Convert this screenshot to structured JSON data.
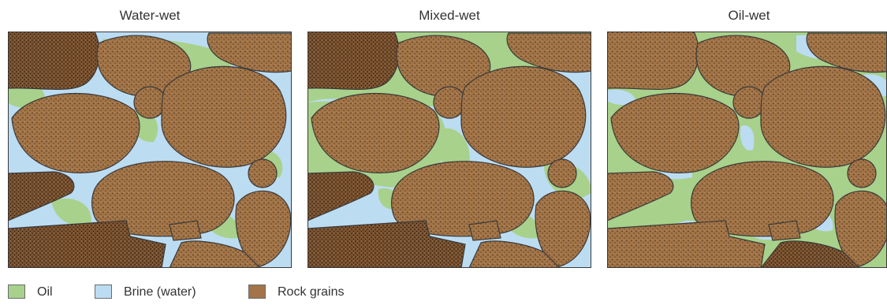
{
  "panels": [
    {
      "title": "Water-wet"
    },
    {
      "title": "Mixed-wet"
    },
    {
      "title": "Oil-wet"
    }
  ],
  "legend": [
    {
      "label": "Oil",
      "color": "#a8d18b"
    },
    {
      "label": "Brine (water)",
      "color": "#bcdcf2"
    },
    {
      "label": "Rock grains",
      "color": "#a27447"
    }
  ],
  "colors": {
    "oil": "#a8d18b",
    "brine": "#bcdcf2",
    "grain": "#a27447",
    "grain_dark": "#6f4a28",
    "outline": "#3a3a3a"
  }
}
